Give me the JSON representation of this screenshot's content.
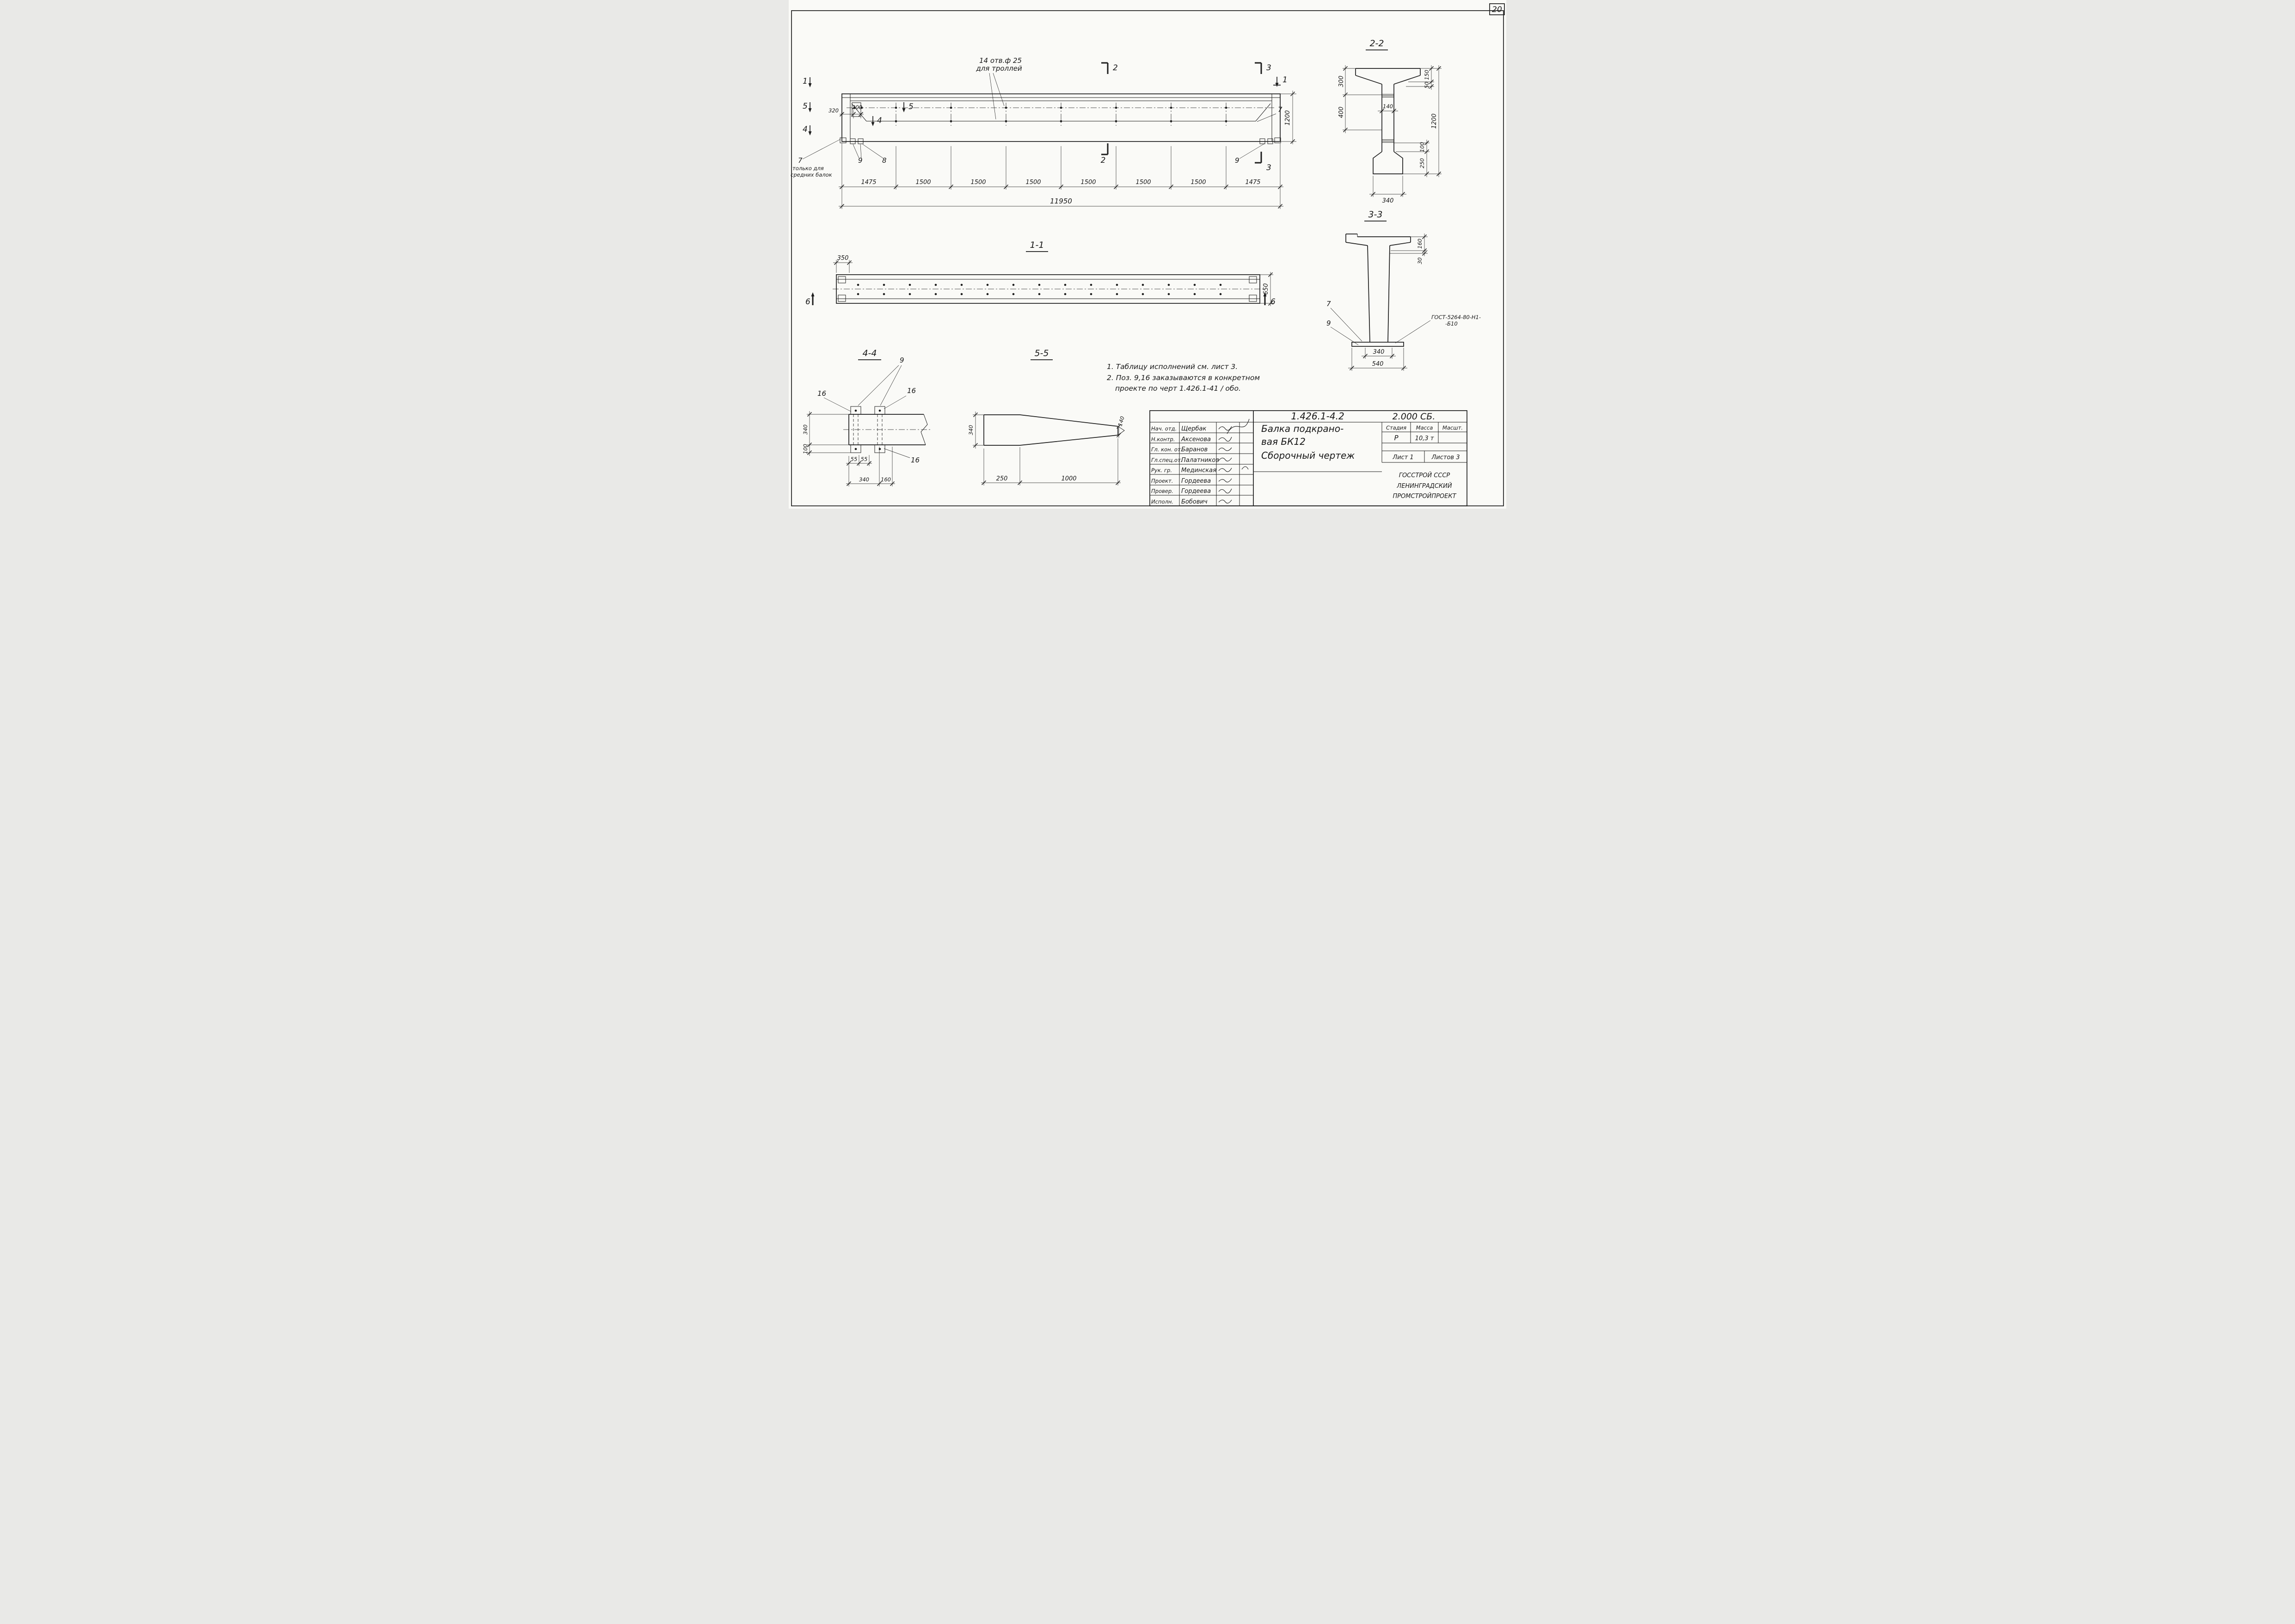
{
  "page_number": "20",
  "pos": {
    "p7": "7",
    "p8": "8",
    "p9": "9",
    "p16": "16"
  },
  "elevation": {
    "holes_note_1": "14 отв.ф 25",
    "holes_note_2": "для троллей",
    "left_note_1": "только для",
    "left_note_2": "средних балок",
    "m1": "1",
    "m2": "2",
    "m3": "3",
    "m4": "4",
    "m5": "5",
    "d320": "320",
    "d200": "200",
    "spacing": [
      "1475",
      "1500",
      "1500",
      "1500",
      "1500",
      "1500",
      "1500",
      "1475"
    ],
    "total": "11950",
    "height": "1200"
  },
  "sec22": {
    "title": "2-2",
    "d300": "300",
    "d400": "400",
    "d150": "150",
    "d50": "50",
    "d140": "140",
    "d100": "100",
    "d250": "250",
    "d1200": "1200",
    "d340": "340"
  },
  "sec11": {
    "title": "1-1",
    "d350": "350",
    "d650": "650",
    "m6": "6"
  },
  "sec33": {
    "title": "3-3",
    "d160": "160",
    "d30": "30",
    "d340": "340",
    "d540": "540",
    "gost_1": "ГОСТ-5264-80-Н1-",
    "gost_2": "-Б10"
  },
  "sec44": {
    "title": "4-4",
    "d340": "340",
    "d100": "100",
    "d55a": "55",
    "d55b": "55",
    "d340b": "340",
    "d160": "160"
  },
  "sec55": {
    "title": "5-5",
    "d340": "340",
    "d250": "250",
    "d1000": "1000",
    "d140": "140"
  },
  "notes": {
    "line1": "1. Таблицу исполнений  см. лист 3.",
    "line2": "2. Поз. 9,16 заказываются в конкретном",
    "line3": "проекте по черт 1.426.1-41 / обо."
  },
  "title_block": {
    "doc_number": "1.426.1-4.2",
    "doc_code": "2.000 СБ.",
    "rows": [
      {
        "role": "Нач. отд.",
        "name": "Щербак"
      },
      {
        "role": "Н.контр.",
        "name": "Аксенова"
      },
      {
        "role": "Гл. кон. от.",
        "name": "Баранов"
      },
      {
        "role": "Гл.спец.от.",
        "name": "Палатников"
      },
      {
        "role": "Рук. гр.",
        "name": "Мединская"
      },
      {
        "role": "Проект.",
        "name": "Гордеева"
      },
      {
        "role": "Провер.",
        "name": "Гордеева"
      },
      {
        "role": "Исполн.",
        "name": "Бобович"
      }
    ],
    "title_1": "Балка подкрано-",
    "title_2": "вая БК12",
    "title_3": "Сборочный чертеж",
    "h_stage": "Стадия",
    "h_mass": "Масса",
    "h_scale": "Масшт.",
    "stage": "Р",
    "mass": "10,3 т",
    "sheet": "Лист 1",
    "sheets": "Листов 3",
    "org_1": "ГОССТРОЙ СССР",
    "org_2": "ЛЕНИНГРАДСКИЙ",
    "org_3": "ПРОМСТРОЙПРОЕКТ"
  }
}
